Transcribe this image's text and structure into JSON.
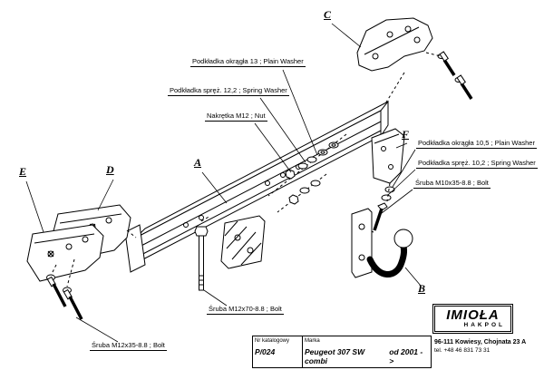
{
  "callouts": {
    "plain_washer_13": "Podkładka okrągła 13 ; Plain Washer",
    "spring_washer_122": "Podkładka spręż. 12,2 ; Spring Washer",
    "nut_m12": "Nakrętka  M12 ; Nut",
    "plain_washer_105": "Podkładka okrągła 10,5 ; Plain Washer",
    "spring_washer_102": "Podkładka spręż. 10,2 ; Spring Washer",
    "bolt_m10x35": "Śruba M10x35-8.8  ;  Bolt",
    "bolt_m12x70": "Śruba M12x70-8.8  ;  Bolt",
    "bolt_m12x35": "Śruba M12x35-8.8  ;  Bolt"
  },
  "part_letters": [
    "A",
    "B",
    "C",
    "D",
    "E",
    "F"
  ],
  "footer": {
    "catalog_label": "Nr katalogowy",
    "catalog_value": "P/024",
    "brand_label": "Marka",
    "brand_value": "Peugeot 307 SW combi",
    "year_value": "od 2001 ->",
    "logo_text": "IMIOŁA",
    "logo_sub": "HAKPOL",
    "address": "96-111 Kowiesy, Chojnata 23 A",
    "phone": "tel. +48 46 831 73 31"
  },
  "colors": {
    "line": "#000000",
    "background": "#ffffff"
  }
}
